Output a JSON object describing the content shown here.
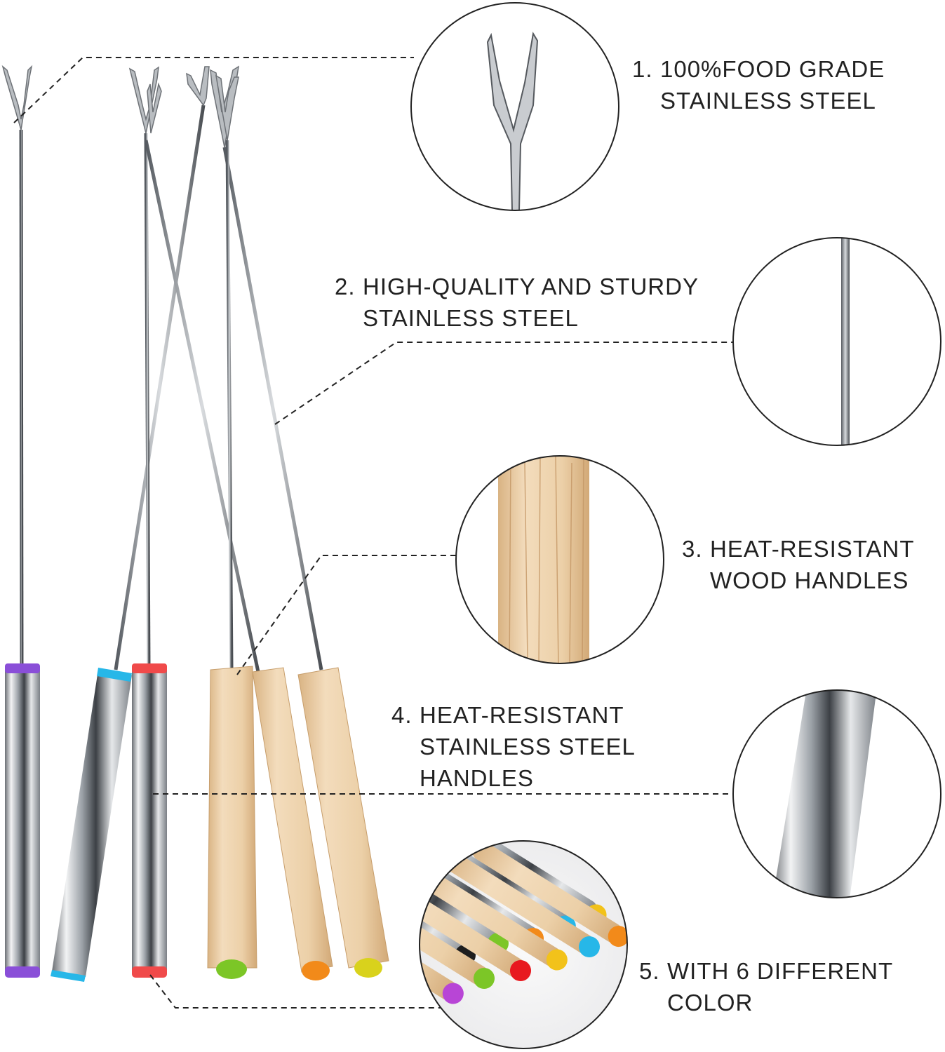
{
  "features": [
    {
      "number": "1.",
      "line1": "100%FOOD GRADE",
      "line2": "STAINLESS STEEL"
    },
    {
      "number": "2.",
      "line1": "HIGH-QUALITY AND STURDY",
      "line2": "STAINLESS STEEL"
    },
    {
      "number": "3.",
      "line1": "HEAT-RESISTANT",
      "line2": "WOOD HANDLES"
    },
    {
      "number": "4.",
      "line1": "HEAT-RESISTANT",
      "line2": "STAINLESS STEEL",
      "line3": "HANDLES"
    },
    {
      "number": "5.",
      "line1": "WITH 6 DIFFERENT",
      "line2": "COLOR"
    }
  ],
  "colors": {
    "text": "#222222",
    "steel": "#c9ccd0",
    "wood": "#e8c9a0",
    "purple": "#8a4fd8",
    "cyan": "#27b7e8",
    "red": "#f04a4a",
    "green": "#7cc627",
    "orange": "#f28a1a",
    "yellow": "#d9d21c"
  }
}
